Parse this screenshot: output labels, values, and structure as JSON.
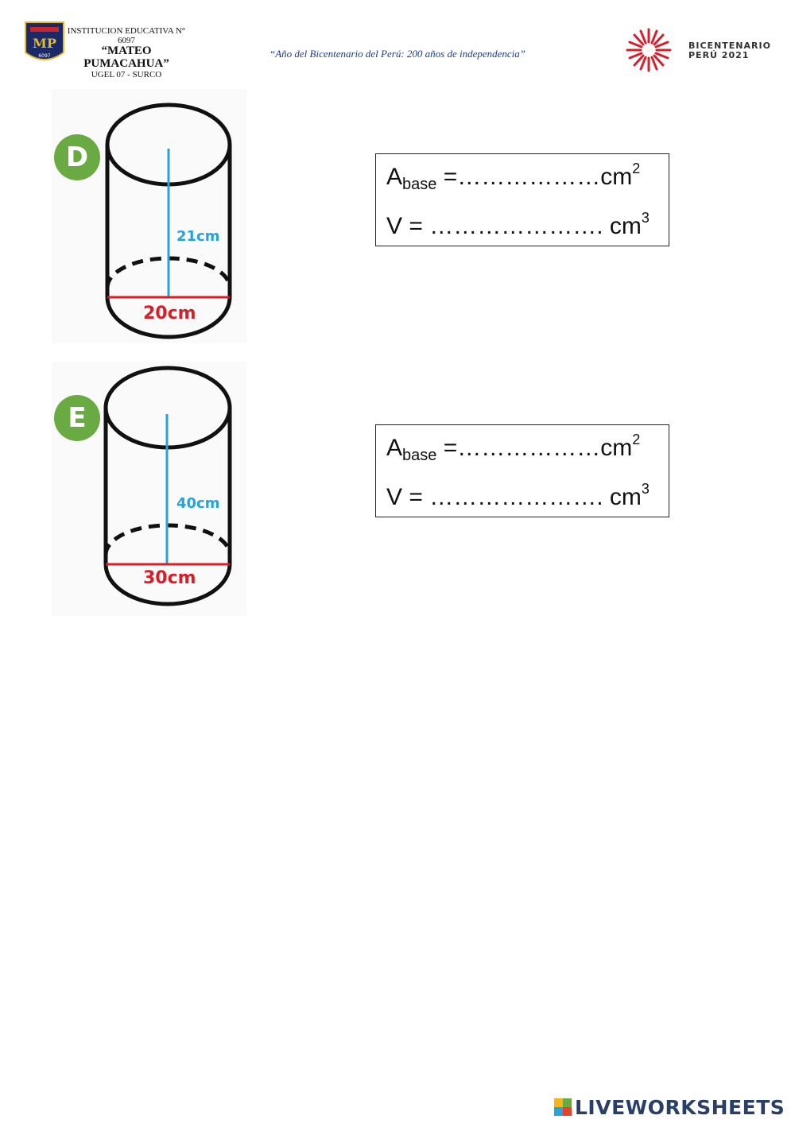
{
  "header": {
    "school_line1": "INSTITUCION EDUCATIVA N° 6097",
    "school_line2": "“MATEO PUMACAHUA”",
    "school_line3": "UGEL 07 - SURCO",
    "motto": "“Año del Bicentenario del Perú: 200 años de independencia”",
    "bicentenario_line1": "BICENTENARIO",
    "bicentenario_line2": "PERÚ 2021",
    "school_logo_icon": "school-crest-icon",
    "bicentenario_icon": "bicentenario-sunburst-icon",
    "colors": {
      "motto": "#1f3b8f",
      "crest_navy": "#1b2a66",
      "crest_gold": "#e4b92c",
      "bicentenario_red": "#d4202c"
    }
  },
  "exercises": [
    {
      "letter": "D",
      "height_label": "21cm",
      "diameter_label": "20cm",
      "area_prefix": "A",
      "area_sub": "base",
      "area_blank": " =………………cm",
      "area_exp": "2",
      "volume_text": "V = …………………. cm",
      "volume_exp": "3"
    },
    {
      "letter": "E",
      "height_label": "40cm",
      "diameter_label": "30cm",
      "area_prefix": "A",
      "area_sub": "base",
      "area_blank": " =………………cm",
      "area_exp": "2",
      "volume_text": "V = …………………. cm",
      "volume_exp": "3"
    }
  ],
  "colors": {
    "badge": "#6aaa42",
    "height": "#28a3d8",
    "diameter": "#d61f26"
  },
  "footer": {
    "brand": "LIVEWORKSHEETS",
    "brand_icon": "liveworksheets-logo-icon"
  }
}
